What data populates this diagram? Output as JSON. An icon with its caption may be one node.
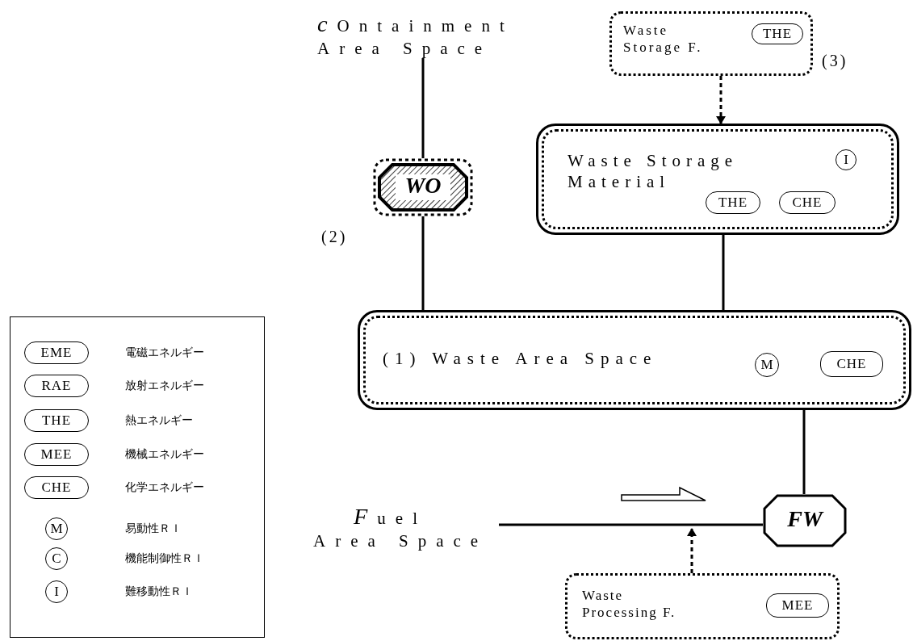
{
  "diagram": {
    "nodes": [
      {
        "text": [
          "cOntainment Area Space"
        ]
      },
      {
        "text": [
          "WO"
        ],
        "beside": [
          "(2)"
        ]
      },
      {
        "text": [
          "Waste Storage F."
        ],
        "beside": [
          "(3)"
        ]
      },
      {
        "text": [
          "THE"
        ],
        "in": 2
      },
      {
        "text": [
          "Waste Storage Material"
        ]
      },
      {
        "text": [
          "I"
        ],
        "in": 4
      },
      {
        "text": [
          "THE"
        ],
        "in": 4
      },
      {
        "text": [
          "CHE"
        ],
        "in": 4
      },
      {
        "text": [
          "(1) Waste Area Space"
        ]
      },
      {
        "text": [
          "M"
        ],
        "in": 8
      },
      {
        "text": [
          "CHE"
        ],
        "in": 8
      },
      {
        "text": [
          "Fuel Area Space"
        ]
      },
      {
        "text": [
          "FW"
        ]
      },
      {
        "text": [
          "Waste Processing F."
        ]
      },
      {
        "text": [
          "MEE"
        ],
        "in": 13
      },
      {
        "text": [
          "EME"
        ]
      },
      {
        "text": [
          "RAE"
        ]
      },
      {
        "text": [
          "THE"
        ]
      },
      {
        "text": [
          "MEE"
        ]
      },
      {
        "text": [
          "CHE"
        ]
      },
      {
        "text": [
          "M"
        ]
      },
      {
        "text": [
          "C"
        ]
      },
      {
        "text": [
          "I"
        ]
      }
    ],
    "edges": [
      {
        "from": 0,
        "to": 1,
        "arrow": "none"
      },
      {
        "from": 1,
        "to": 8,
        "arrow": "none"
      },
      {
        "from": 2,
        "to": 4,
        "arrow": "to",
        "style": "dashed"
      },
      {
        "from": 4,
        "to": 8,
        "arrow": "none"
      },
      {
        "from": 8,
        "to": 12,
        "arrow": "none"
      },
      {
        "from": 11,
        "to": 12,
        "arrow": "none"
      },
      {
        "from": 13,
        "to": null,
        "arrow": "to",
        "style": "dashed"
      }
    ],
    "legend": [
      {
        "text": "電磁エネルギー"
      },
      {
        "text": "放射エネルギー"
      },
      {
        "text": "熱エネルギー"
      },
      {
        "text": "機械エネルギー"
      },
      {
        "text": "化学エネルギー"
      },
      {
        "text": "易動性ＲＩ"
      },
      {
        "text": "機能制御性ＲＩ"
      },
      {
        "text": "難移動性ＲＩ"
      }
    ]
  }
}
